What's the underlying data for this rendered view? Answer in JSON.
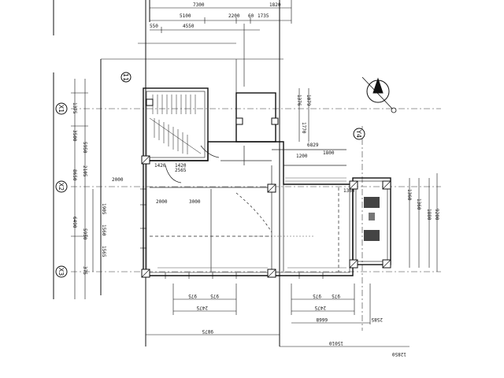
{
  "drawing": {
    "grid_labels": [
      "X1",
      "X2",
      "X3",
      "Y4",
      "11"
    ],
    "dims_top": [
      "7300",
      "1820",
      "5100",
      "2200",
      "60",
      "1735",
      "550",
      "4550"
    ],
    "dims_left": [
      "1375",
      "3500",
      "5950",
      "8650",
      "6490",
      "2105",
      "5950",
      "375"
    ],
    "dims_left_inner": [
      "1905",
      "1560",
      "1565"
    ],
    "dims_middle": [
      "2000",
      "3000",
      "2000",
      "1420",
      "1420",
      "2565",
      "1200",
      "1800",
      "6829",
      "1360"
    ],
    "dims_right": [
      "1376",
      "1079",
      "1770",
      "1360",
      "1360",
      "1880",
      "9200"
    ],
    "dims_bottom": [
      "975",
      "975",
      "2475",
      "975",
      "975",
      "2475",
      "9875",
      "6668",
      "2585",
      "15010",
      "12850"
    ]
  }
}
